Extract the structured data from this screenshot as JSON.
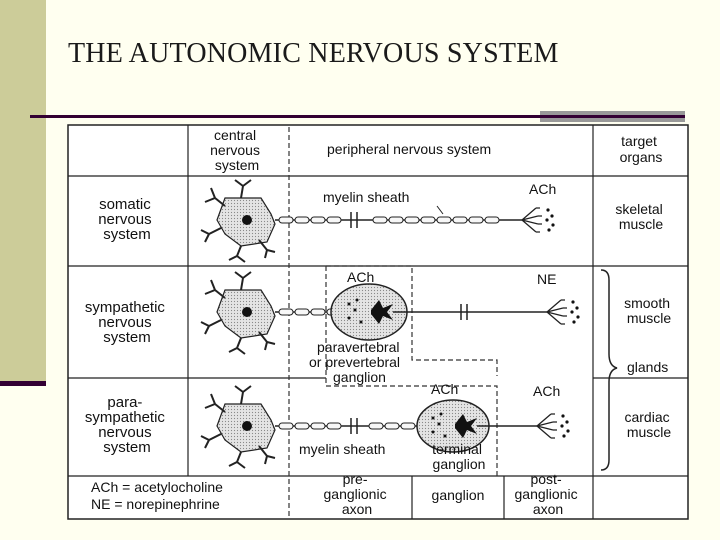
{
  "slide": {
    "title": "THE AUTONOMIC NERVOUS SYSTEM"
  },
  "diagram": {
    "headers": {
      "cns": [
        "central",
        "nervous",
        "system"
      ],
      "pns": "peripheral nervous  system",
      "target": [
        "target",
        "organs"
      ]
    },
    "rows": {
      "somatic": [
        "somatic",
        "nervous",
        "system"
      ],
      "sympathetic": [
        "sympathetic",
        "nervous",
        "system"
      ],
      "parasympathetic": [
        "para-",
        "sympathetic",
        "nervous",
        "system"
      ]
    },
    "labels": {
      "myelin_sheath_top": "myelin sheath",
      "ach_somatic": "ACh",
      "ach_symp_ganglion": "ACh",
      "ne_symp": "NE",
      "paravertebral": [
        "paravertebral",
        "or prevertebral",
        "ganglion"
      ],
      "ach_para_ganglion": "ACh",
      "ach_para_end": "ACh",
      "myelin_sheath_bottom": "myelin sheath",
      "terminal_ganglion": [
        "terminal",
        "ganglion"
      ]
    },
    "targets": {
      "skeletal": [
        "skeletal",
        "muscle"
      ],
      "smooth": [
        "smooth",
        "muscle"
      ],
      "glands": "glands",
      "cardiac": [
        "cardiac",
        "muscle"
      ]
    },
    "legend": {
      "ach": "ACh = acetylocholine",
      "ne": "NE = norepinephrine"
    },
    "footer": {
      "preganglionic": [
        "pre-",
        "ganglionic",
        "axon"
      ],
      "ganglion": "ganglion",
      "postganglionic": [
        "post-",
        "ganglionic",
        "axon"
      ]
    }
  }
}
